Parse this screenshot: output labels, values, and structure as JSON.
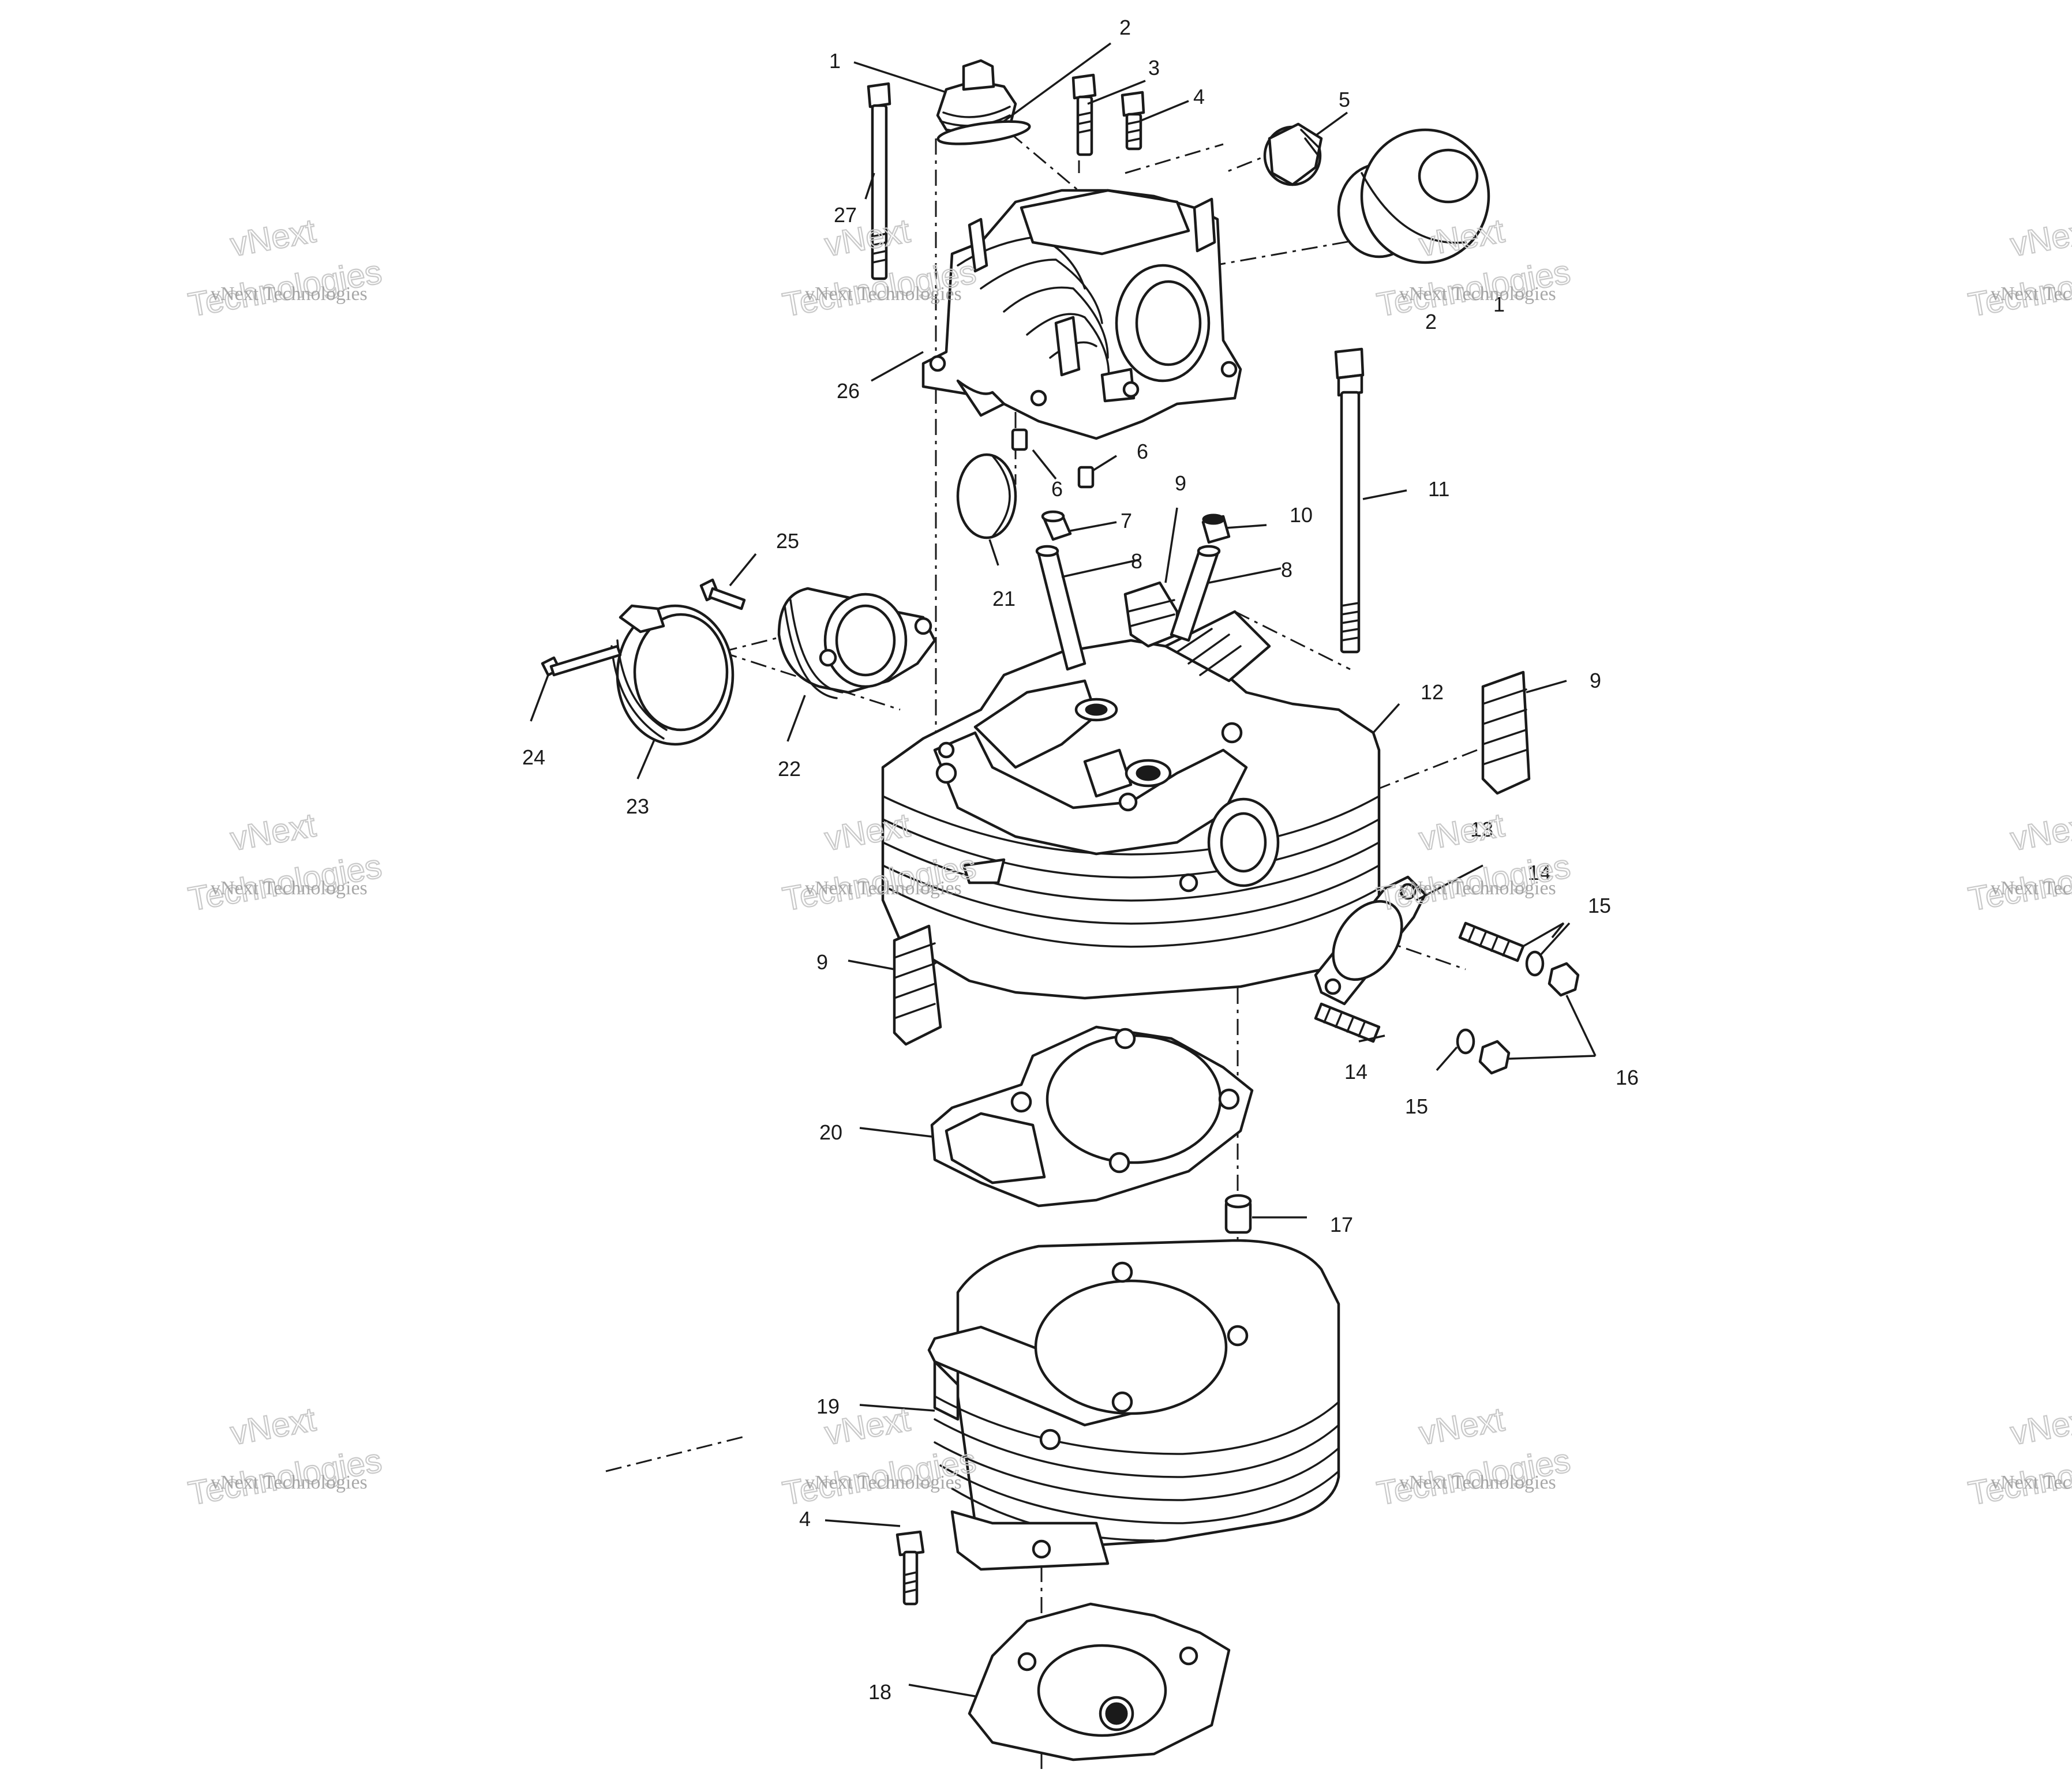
{
  "watermark": {
    "line_small": "vNext Technologies",
    "line_big_top": "vNext",
    "line_big_bottom": "Technologies"
  },
  "callouts": {
    "c1": "1",
    "c2a": "2",
    "c2b": "2",
    "c3": "3",
    "c4a": "4",
    "c4b": "4",
    "c5": "5",
    "c6a": "6",
    "c6b": "6",
    "c7": "7",
    "c8a": "8",
    "c8b": "8",
    "c9a": "9",
    "c9b": "9",
    "c9c": "9",
    "c10": "10",
    "c11": "11",
    "c12": "12",
    "c13": "13",
    "c14a": "14",
    "c14b": "14",
    "c15a": "15",
    "c15b": "15",
    "c16": "16",
    "c17": "17",
    "c18": "18",
    "c19": "19",
    "c20": "20",
    "c21": "21",
    "c22": "22",
    "c23": "23",
    "c24": "24",
    "c25": "25",
    "c26": "26",
    "c27": "27",
    "c1b": "1"
  }
}
